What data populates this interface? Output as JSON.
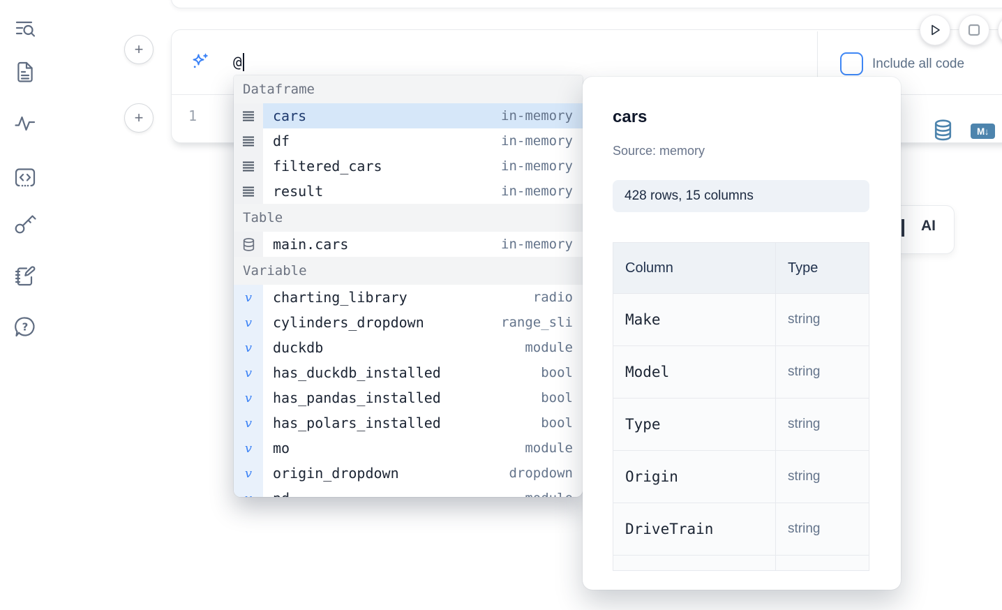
{
  "colors": {
    "accent_blue": "#3b82f6",
    "steel_blue": "#4d84ad",
    "selected_row_bg": "#d6e7f9",
    "selected_row_text": "#1e3a6e",
    "muted_text": "#64748b"
  },
  "sidebar": {
    "icons": [
      "table-of-contents-search",
      "file-document",
      "activity",
      "code-cell",
      "key",
      "scratchpad",
      "help-chat"
    ]
  },
  "toolbar": {
    "run_button": "run",
    "stop_button": "stop"
  },
  "cell": {
    "ai_prompt_value": "@",
    "include_all_code_label": "Include all code",
    "line_number": "1",
    "markdown_button_label": "M↓"
  },
  "autocomplete": {
    "sections": [
      {
        "label": "Dataframe",
        "kind": "dataframe",
        "items": [
          {
            "name": "cars",
            "type": "in-memory",
            "selected": true
          },
          {
            "name": "df",
            "type": "in-memory"
          },
          {
            "name": "filtered_cars",
            "type": "in-memory"
          },
          {
            "name": "result",
            "type": "in-memory"
          }
        ]
      },
      {
        "label": "Table",
        "kind": "table",
        "items": [
          {
            "name": "main.cars",
            "type": "in-memory"
          }
        ]
      },
      {
        "label": "Variable",
        "kind": "variable",
        "items": [
          {
            "name": "charting_library",
            "type": "radio"
          },
          {
            "name": "cylinders_dropdown",
            "type": "range_sli"
          },
          {
            "name": "duckdb",
            "type": "module"
          },
          {
            "name": "has_duckdb_installed",
            "type": "bool"
          },
          {
            "name": "has_pandas_installed",
            "type": "bool"
          },
          {
            "name": "has_polars_installed",
            "type": "bool"
          },
          {
            "name": "mo",
            "type": "module"
          },
          {
            "name": "origin_dropdown",
            "type": "dropdown"
          },
          {
            "name": "pd",
            "type": "module",
            "partial": true
          }
        ]
      }
    ]
  },
  "preview": {
    "title": "cars",
    "source": "Source: memory",
    "shape": "428 rows, 15 columns",
    "table": {
      "headers": [
        "Column",
        "Type"
      ],
      "rows": [
        [
          "Make",
          "string"
        ],
        [
          "Model",
          "string"
        ],
        [
          "Type",
          "string"
        ],
        [
          "Origin",
          "string"
        ],
        [
          "DriveTrain",
          "string"
        ]
      ],
      "partial_row": true
    }
  },
  "ai_card": {
    "label": "AI"
  }
}
